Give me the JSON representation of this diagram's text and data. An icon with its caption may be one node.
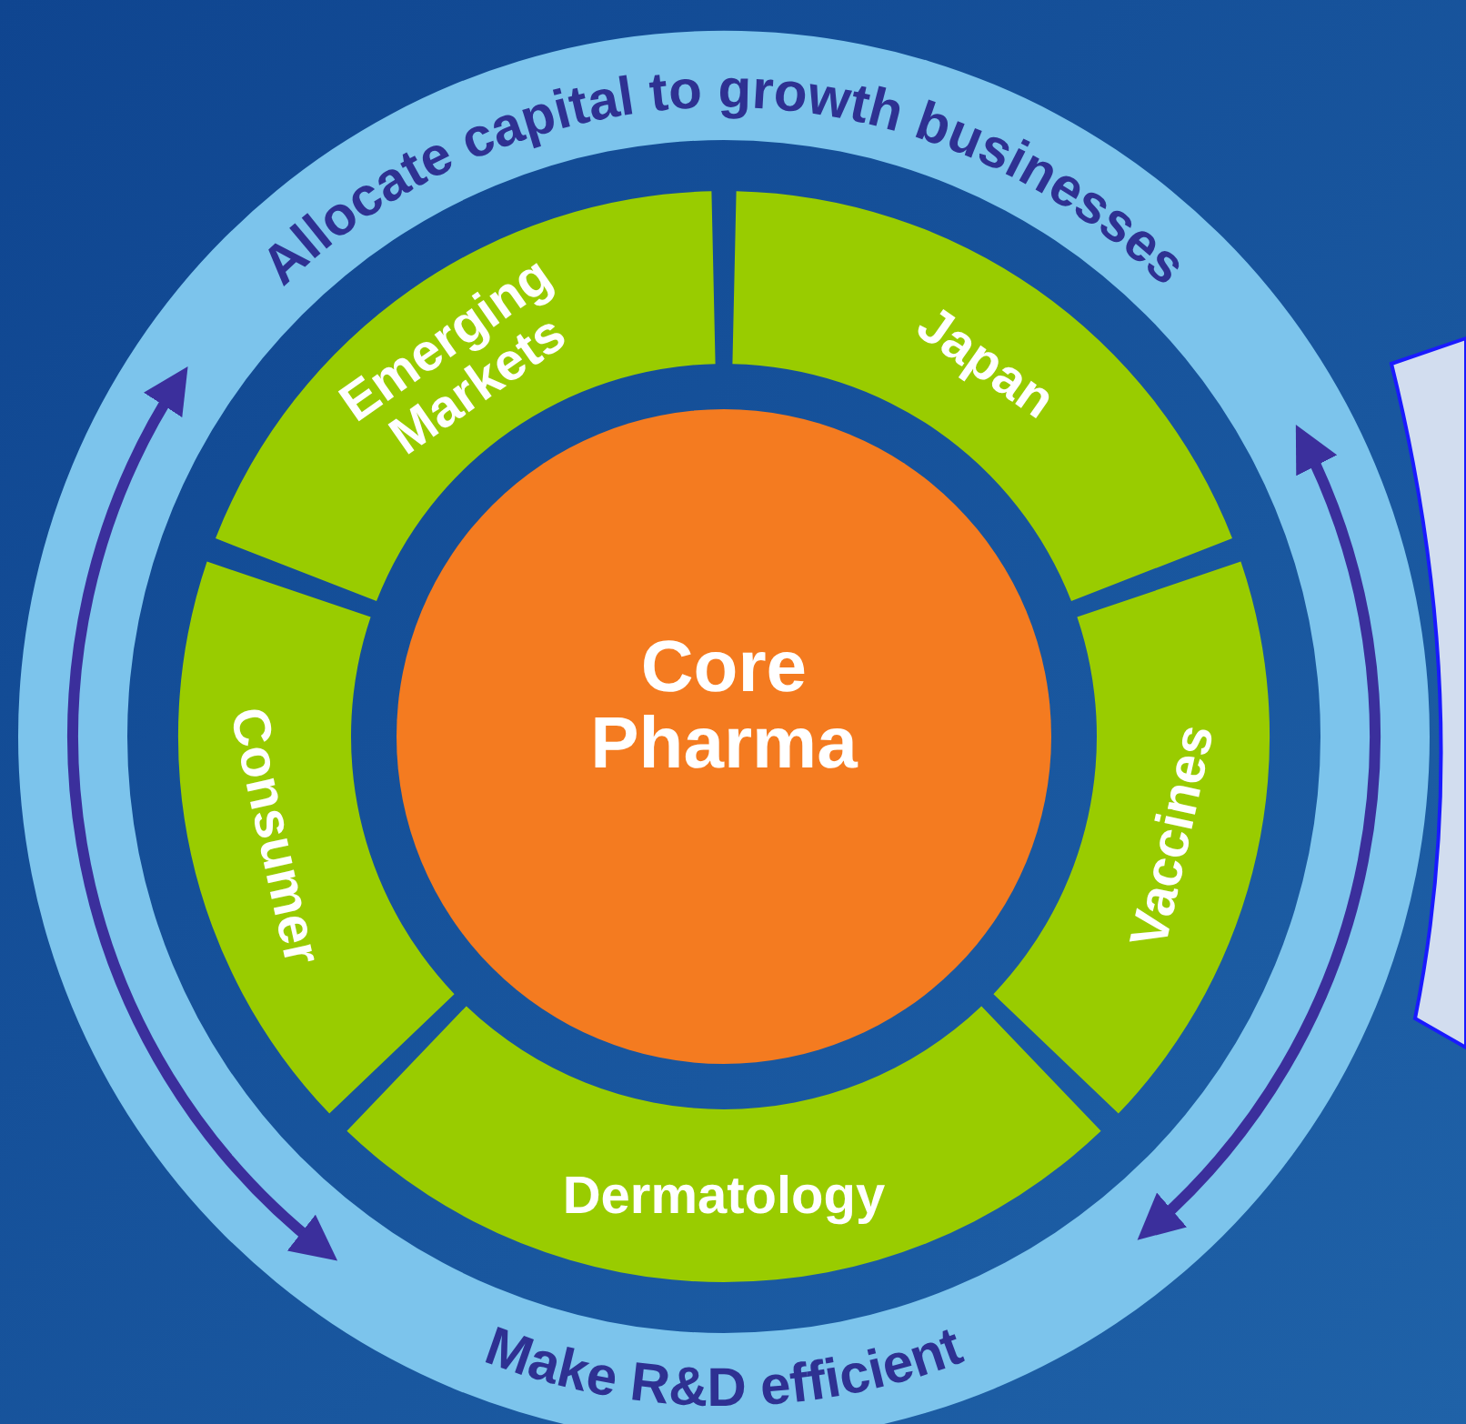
{
  "diagram": {
    "nodes": [
      {
        "text": [
          "Core Pharma"
        ]
      },
      {
        "text": [
          "Emerging Markets"
        ]
      },
      {
        "text": [
          "Japan"
        ]
      },
      {
        "text": [
          "Vaccines"
        ]
      },
      {
        "text": [
          "Dermatology"
        ]
      },
      {
        "text": [
          "Consumer"
        ]
      },
      {
        "text": [
          "Allocate capital to growth businesses"
        ]
      },
      {
        "text": [
          "Make R&D efficient"
        ]
      }
    ]
  }
}
